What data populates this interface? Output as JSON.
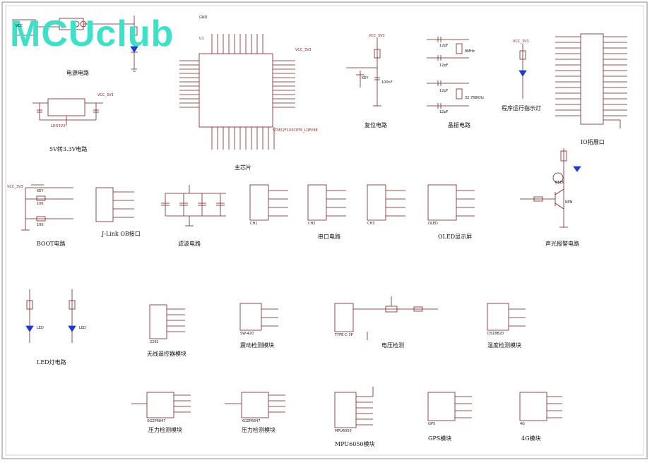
{
  "logo": "MCUclub",
  "sections": {
    "power": "电源电路",
    "ldo": "5V转3.3V电路",
    "mcu": "主芯片",
    "reset": "复位电路",
    "crystal": "晶振电路",
    "run_led": "程序运行指示灯",
    "io": "IO拓展口",
    "boot": "BOOT电路",
    "jlink": "J-Link OB接口",
    "filter": "滤波电路",
    "uart": "串口电路",
    "oled": "OLED显示屏",
    "alarm": "声光报警电路",
    "led": "LED灯电路",
    "remote": "无线遥控器模块",
    "vibration": "震动检测模块",
    "voltage": "电压检测",
    "temperature": "温度检测模块",
    "pressure1": "压力检测模块",
    "pressure2": "压力检测模块",
    "mpu": "MPU6050模块",
    "gps": "GPS模块",
    "g4": "4G模块"
  },
  "parts": {
    "mcu_name": "STM32F103C8T6_LQFP48",
    "mcu_ref": "U1",
    "ldo_ref": "LDO3V3",
    "vcc": "VCC",
    "vcc33": "VCC_3V3",
    "gnd": "GND",
    "key": "KEY",
    "beep": "BEEP",
    "npn": "NPN",
    "led": "LED",
    "r10k": "10K",
    "c100nf": "100nF",
    "c12pf": "12pF",
    "x8m": "8MHz",
    "x32k": "32.768KHz",
    "typec": "TYPE-C-3P",
    "ds18b20": "DS18B20",
    "sw420": "SW-420",
    "hx711a": "XGZP6847",
    "hx711b": "XGZP6847",
    "mpu6050": "MPU6050",
    "gps_lbl": "GPS",
    "g4_lbl": "4G",
    "oled_lbl": "OLED",
    "ch1": "CH1",
    "ch2": "CH2",
    "ch3": "CH3",
    "u2262": "2262"
  },
  "colors": {
    "wire": "#7a1e1e",
    "part": "#7a1e1e",
    "border": "#8a8a8a",
    "logo": "#3fe0c8",
    "led_blue": "#1a3bd6"
  }
}
